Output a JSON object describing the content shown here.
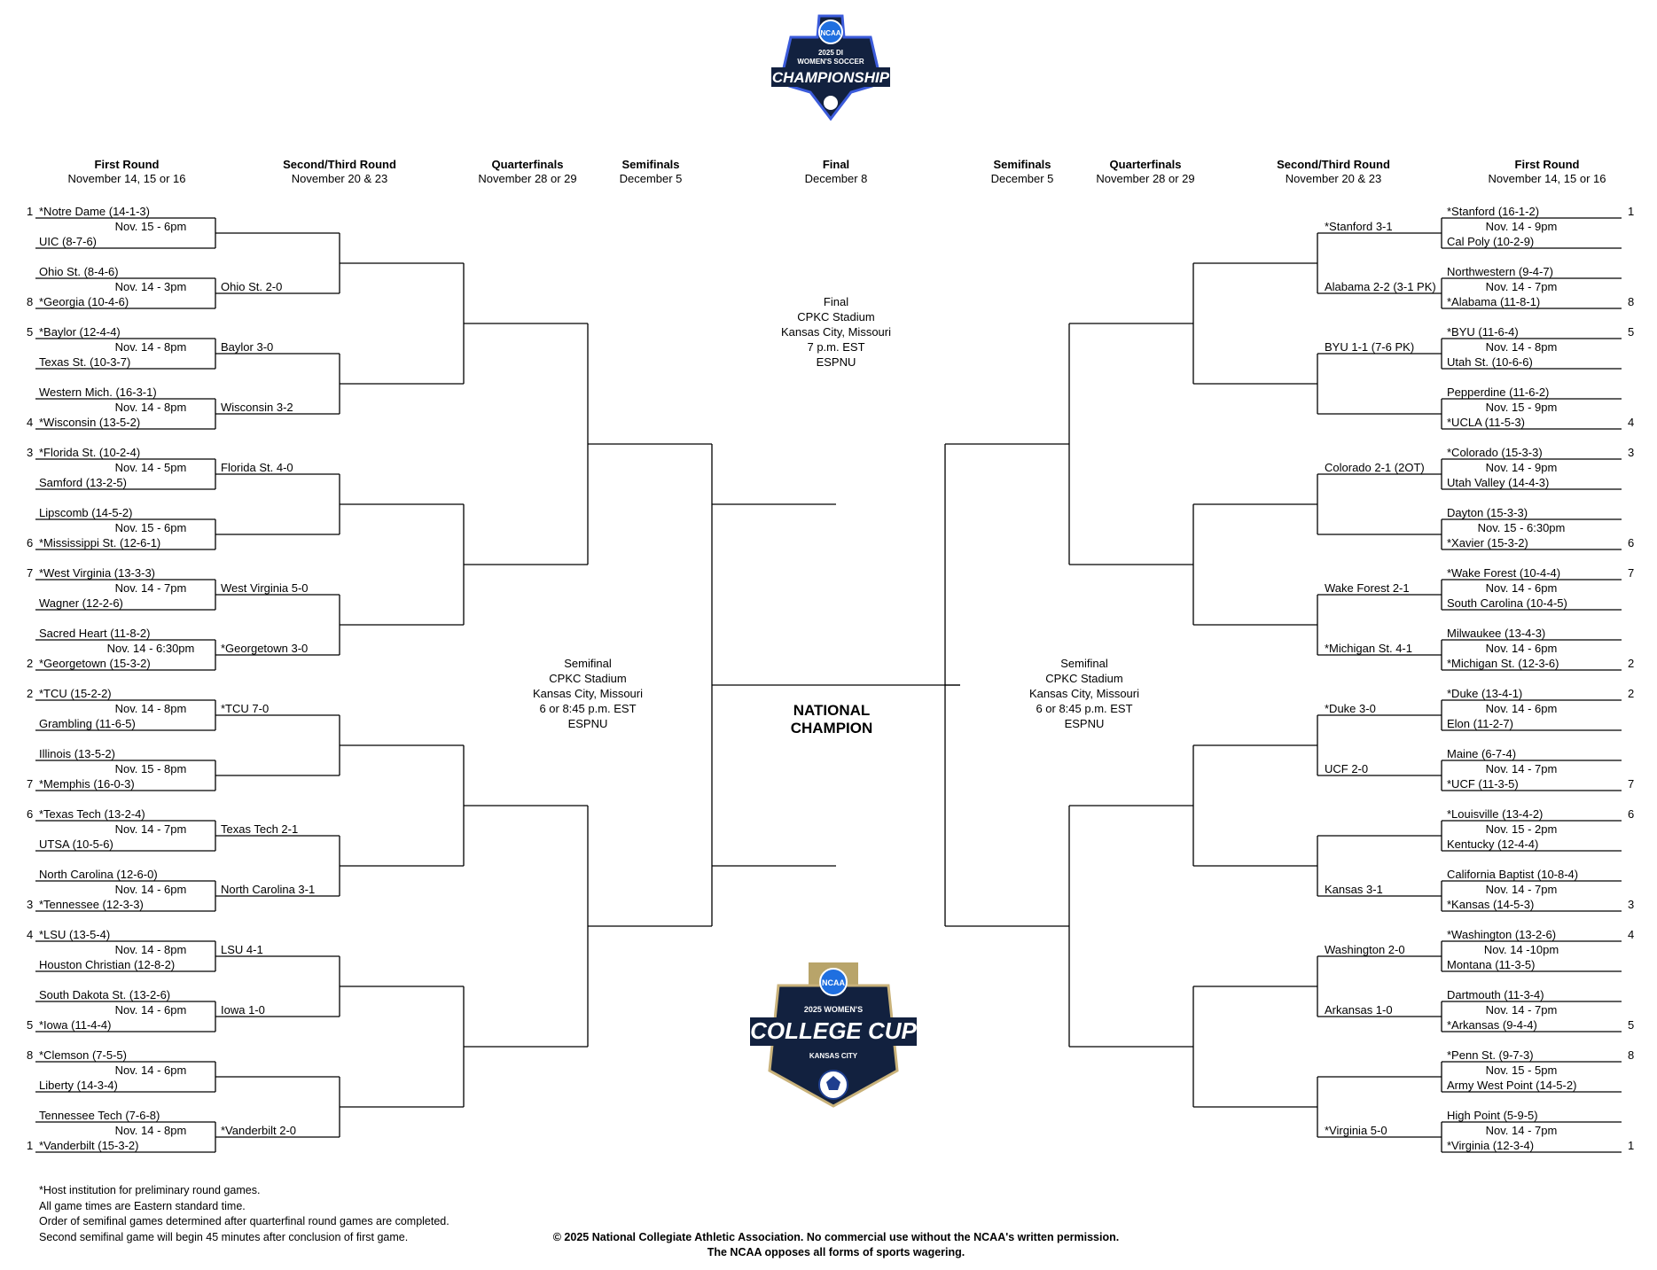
{
  "logos": {
    "top": {
      "badge": "NCAA",
      "line1": "2025 DI",
      "line2": "WOMEN'S SOCCER",
      "line3": "CHAMPIONSHIP"
    },
    "bottom": {
      "badge": "NCAA",
      "line1": "2025 WOMEN'S",
      "line2": "COLLEGE CUP",
      "line3": "KANSAS CITY"
    }
  },
  "headers": {
    "left": [
      {
        "title": "First Round",
        "date": "November 14, 15 or 16"
      },
      {
        "title": "Second/Third Round",
        "date": "November 20 & 23"
      },
      {
        "title": "Quarterfinals",
        "date": "November 28 or 29"
      },
      {
        "title": "Semifinals",
        "date": "December 5"
      }
    ],
    "center": {
      "title": "Final",
      "date": "December 8"
    },
    "right": [
      {
        "title": "Semifinals",
        "date": "December 5"
      },
      {
        "title": "Quarterfinals",
        "date": "November 28 or 29"
      },
      {
        "title": "Second/Third Round",
        "date": "November 20 & 23"
      },
      {
        "title": "First Round",
        "date": "November 14, 15 or 16"
      }
    ]
  },
  "left_first_round": [
    {
      "top_seed": "1",
      "top": "*Notre Dame (14-1-3)",
      "time": "Nov. 15 - 6pm",
      "bot_seed": "",
      "bottom": "UIC (8-7-6)"
    },
    {
      "top_seed": "",
      "top": "Ohio St. (8-4-6)",
      "time": "Nov. 14 - 3pm",
      "bot_seed": "8",
      "bottom": "*Georgia (10-4-6)"
    },
    {
      "top_seed": "5",
      "top": "*Baylor (12-4-4)",
      "time": "Nov. 14 - 8pm",
      "bot_seed": "",
      "bottom": "Texas St. (10-3-7)"
    },
    {
      "top_seed": "",
      "top": "Western Mich. (16-3-1)",
      "time": "Nov. 14 - 8pm",
      "bot_seed": "4",
      "bottom": "*Wisconsin (13-5-2)"
    },
    {
      "top_seed": "3",
      "top": "*Florida St. (10-2-4)",
      "time": "Nov. 14 - 5pm",
      "bot_seed": "",
      "bottom": "Samford (13-2-5)"
    },
    {
      "top_seed": "",
      "top": "Lipscomb (14-5-2)",
      "time": "Nov. 15 - 6pm",
      "bot_seed": "6",
      "bottom": "*Mississippi St. (12-6-1)"
    },
    {
      "top_seed": "7",
      "top": "*West Virginia (13-3-3)",
      "time": "Nov. 14 - 7pm",
      "bot_seed": "",
      "bottom": "Wagner (12-2-6)"
    },
    {
      "top_seed": "",
      "top": "Sacred Heart (11-8-2)",
      "time": "Nov. 14 - 6:30pm",
      "bot_seed": "2",
      "bottom": "*Georgetown (15-3-2)"
    },
    {
      "top_seed": "2",
      "top": "*TCU (15-2-2)",
      "time": "Nov. 14 - 8pm",
      "bot_seed": "",
      "bottom": "Grambling (11-6-5)"
    },
    {
      "top_seed": "",
      "top": "Illinois (13-5-2)",
      "time": "Nov. 15 - 8pm",
      "bot_seed": "7",
      "bottom": "*Memphis (16-0-3)"
    },
    {
      "top_seed": "6",
      "top": "*Texas Tech (13-2-4)",
      "time": "Nov. 14 - 7pm",
      "bot_seed": "",
      "bottom": "UTSA (10-5-6)"
    },
    {
      "top_seed": "",
      "top": "North Carolina (12-6-0)",
      "time": "Nov. 14 - 6pm",
      "bot_seed": "3",
      "bottom": "*Tennessee (12-3-3)"
    },
    {
      "top_seed": "4",
      "top": "*LSU (13-5-4)",
      "time": "Nov. 14 - 8pm",
      "bot_seed": "",
      "bottom": "Houston Christian (12-8-2)"
    },
    {
      "top_seed": "",
      "top": "South Dakota St. (13-2-6)",
      "time": "Nov. 14 - 6pm",
      "bot_seed": "5",
      "bottom": "*Iowa (11-4-4)"
    },
    {
      "top_seed": "8",
      "top": "*Clemson (7-5-5)",
      "time": "Nov. 14 - 6pm",
      "bot_seed": "",
      "bottom": "Liberty (14-3-4)"
    },
    {
      "top_seed": "",
      "top": "Tennessee Tech (7-6-8)",
      "time": "Nov. 14 - 8pm",
      "bot_seed": "1",
      "bottom": "*Vanderbilt (15-3-2)"
    }
  ],
  "left_second_round": [
    "",
    "Ohio St. 2-0",
    "Baylor 3-0",
    "Wisconsin 3-2",
    "Florida St. 4-0",
    "",
    "West Virginia 5-0",
    "*Georgetown 3-0",
    "*TCU 7-0",
    "",
    "Texas Tech 2-1",
    "North Carolina 3-1",
    "LSU 4-1",
    "Iowa 1-0",
    "",
    "*Vanderbilt 2-0"
  ],
  "right_first_round": [
    {
      "top_seed": "1",
      "top": "*Stanford (16-1-2)",
      "time": "Nov. 14 - 9pm",
      "bot_seed": "",
      "bottom": "Cal Poly (10-2-9)"
    },
    {
      "top_seed": "",
      "top": "Northwestern (9-4-7)",
      "time": "Nov. 14 - 7pm",
      "bot_seed": "8",
      "bottom": "*Alabama (11-8-1)"
    },
    {
      "top_seed": "5",
      "top": "*BYU (11-6-4)",
      "time": "Nov. 14 - 8pm",
      "bot_seed": "",
      "bottom": "Utah St. (10-6-6)"
    },
    {
      "top_seed": "",
      "top": "Pepperdine (11-6-2)",
      "time": "Nov. 15 - 9pm",
      "bot_seed": "4",
      "bottom": "*UCLA (11-5-3)"
    },
    {
      "top_seed": "3",
      "top": "*Colorado (15-3-3)",
      "time": "Nov. 14 - 9pm",
      "bot_seed": "",
      "bottom": "Utah Valley (14-4-3)"
    },
    {
      "top_seed": "",
      "top": "Dayton (15-3-3)",
      "time": "Nov. 15 - 6:30pm",
      "bot_seed": "6",
      "bottom": "*Xavier (15-3-2)"
    },
    {
      "top_seed": "7",
      "top": "*Wake Forest (10-4-4)",
      "time": "Nov. 14 - 6pm",
      "bot_seed": "",
      "bottom": "South Carolina (10-4-5)"
    },
    {
      "top_seed": "",
      "top": "Milwaukee (13-4-3)",
      "time": "Nov. 14 - 6pm",
      "bot_seed": "2",
      "bottom": "*Michigan St. (12-3-6)"
    },
    {
      "top_seed": "2",
      "top": "*Duke (13-4-1)",
      "time": "Nov. 14 - 6pm",
      "bot_seed": "",
      "bottom": "Elon (11-2-7)"
    },
    {
      "top_seed": "",
      "top": "Maine (6-7-4)",
      "time": "Nov. 14 - 7pm",
      "bot_seed": "7",
      "bottom": "*UCF (11-3-5)"
    },
    {
      "top_seed": "6",
      "top": "*Louisville (13-4-2)",
      "time": "Nov. 15 - 2pm",
      "bot_seed": "",
      "bottom": "Kentucky (12-4-4)"
    },
    {
      "top_seed": "",
      "top": "California Baptist (10-8-4)",
      "time": "Nov. 14 - 7pm",
      "bot_seed": "3",
      "bottom": "*Kansas (14-5-3)"
    },
    {
      "top_seed": "4",
      "top": "*Washington (13-2-6)",
      "time": "Nov. 14 -10pm",
      "bot_seed": "",
      "bottom": "Montana (11-3-5)"
    },
    {
      "top_seed": "",
      "top": "Dartmouth (11-3-4)",
      "time": "Nov. 14 - 7pm",
      "bot_seed": "5",
      "bottom": "*Arkansas (9-4-4)"
    },
    {
      "top_seed": "8",
      "top": "*Penn St. (9-7-3)",
      "time": "Nov. 15 - 5pm",
      "bot_seed": "",
      "bottom": "Army West Point (14-5-2)"
    },
    {
      "top_seed": "",
      "top": "High Point (5-9-5)",
      "time": "Nov. 14 - 7pm",
      "bot_seed": "1",
      "bottom": "*Virginia (12-3-4)"
    }
  ],
  "right_second_round": [
    "*Stanford 3-1",
    "Alabama 2-2 (3-1 PK)",
    "BYU 1-1 (7-6 PK)",
    "",
    "Colorado 2-1 (2OT)",
    "",
    "Wake Forest 2-1",
    "*Michigan St. 4-1",
    "*Duke 3-0",
    "UCF 2-0",
    "",
    "Kansas 3-1",
    "Washington 2-0",
    "Arkansas 1-0",
    "",
    "*Virginia 5-0"
  ],
  "final_info": [
    "Final",
    "CPKC Stadium",
    "Kansas City, Missouri",
    "7 p.m. EST",
    "ESPNU"
  ],
  "semifinal_info": [
    "Semifinal",
    "CPKC Stadium",
    "Kansas City, Missouri",
    "6 or 8:45 p.m. EST",
    "ESPNU"
  ],
  "champion_label": [
    "NATIONAL",
    "CHAMPION"
  ],
  "footnotes": [
    "*Host institution for preliminary round games.",
    "All game times are Eastern standard time.",
    "Order of semifinal games determined after quarterfinal round games are completed.",
    "Second semifinal game will begin 45 minutes after conclusion of first game."
  ],
  "copyright": [
    "© 2025 National Collegiate Athletic Association.  No commercial use without the NCAA's written permission.",
    "The NCAA opposes all forms of sports wagering."
  ]
}
